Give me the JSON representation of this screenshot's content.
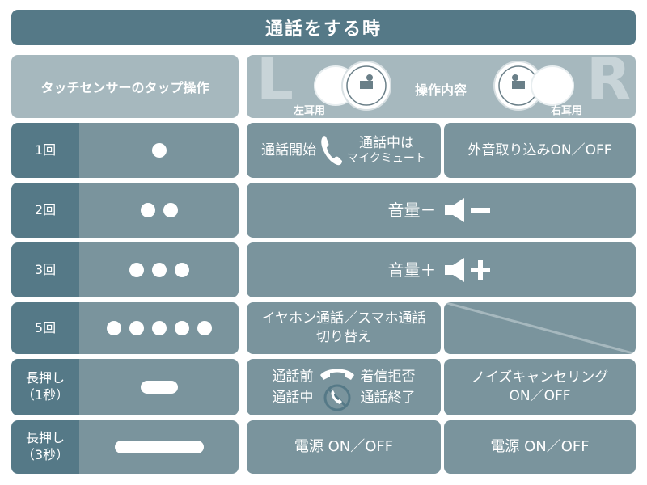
{
  "title": "通話をする時",
  "header": {
    "left_label": "タッチセンサーのタップ操作",
    "letter_left": "L",
    "letter_right": "R",
    "left_ear": "左耳用",
    "right_ear": "右耳用",
    "center": "操作内容"
  },
  "rows": [
    {
      "label": "1回",
      "taps": 1,
      "left": "通話開始",
      "left_sub1": "通話中は",
      "left_sub2": "マイクミュート",
      "right": "外音取り込みON／OFF"
    },
    {
      "label": "2回",
      "taps": 2,
      "full": "音量－"
    },
    {
      "label": "3回",
      "taps": 3,
      "full": "音量＋"
    },
    {
      "label": "5回",
      "taps": 5,
      "left_line1": "イヤホン通話／スマホ通話",
      "left_line2": "切り替え"
    },
    {
      "label_line1": "長押し",
      "label_line2": "（1秒）",
      "left_a": "通話前",
      "left_b": "着信拒否",
      "left_c": "通話中",
      "left_d": "通話終了",
      "right_line1": "ノイズキャンセリング",
      "right_line2": "ON／OFF"
    },
    {
      "label_line1": "長押し",
      "label_line2": "（3秒）",
      "left": "電源 ON／OFF",
      "right": "電源 ON／OFF"
    }
  ],
  "icons": [
    "phone-icon",
    "hangup-icon",
    "speaker-minus-icon",
    "speaker-plus-icon",
    "earbud-icon"
  ],
  "colors": {
    "dark": "#557987",
    "mid": "#7a949d",
    "light": "#a6b8be"
  }
}
